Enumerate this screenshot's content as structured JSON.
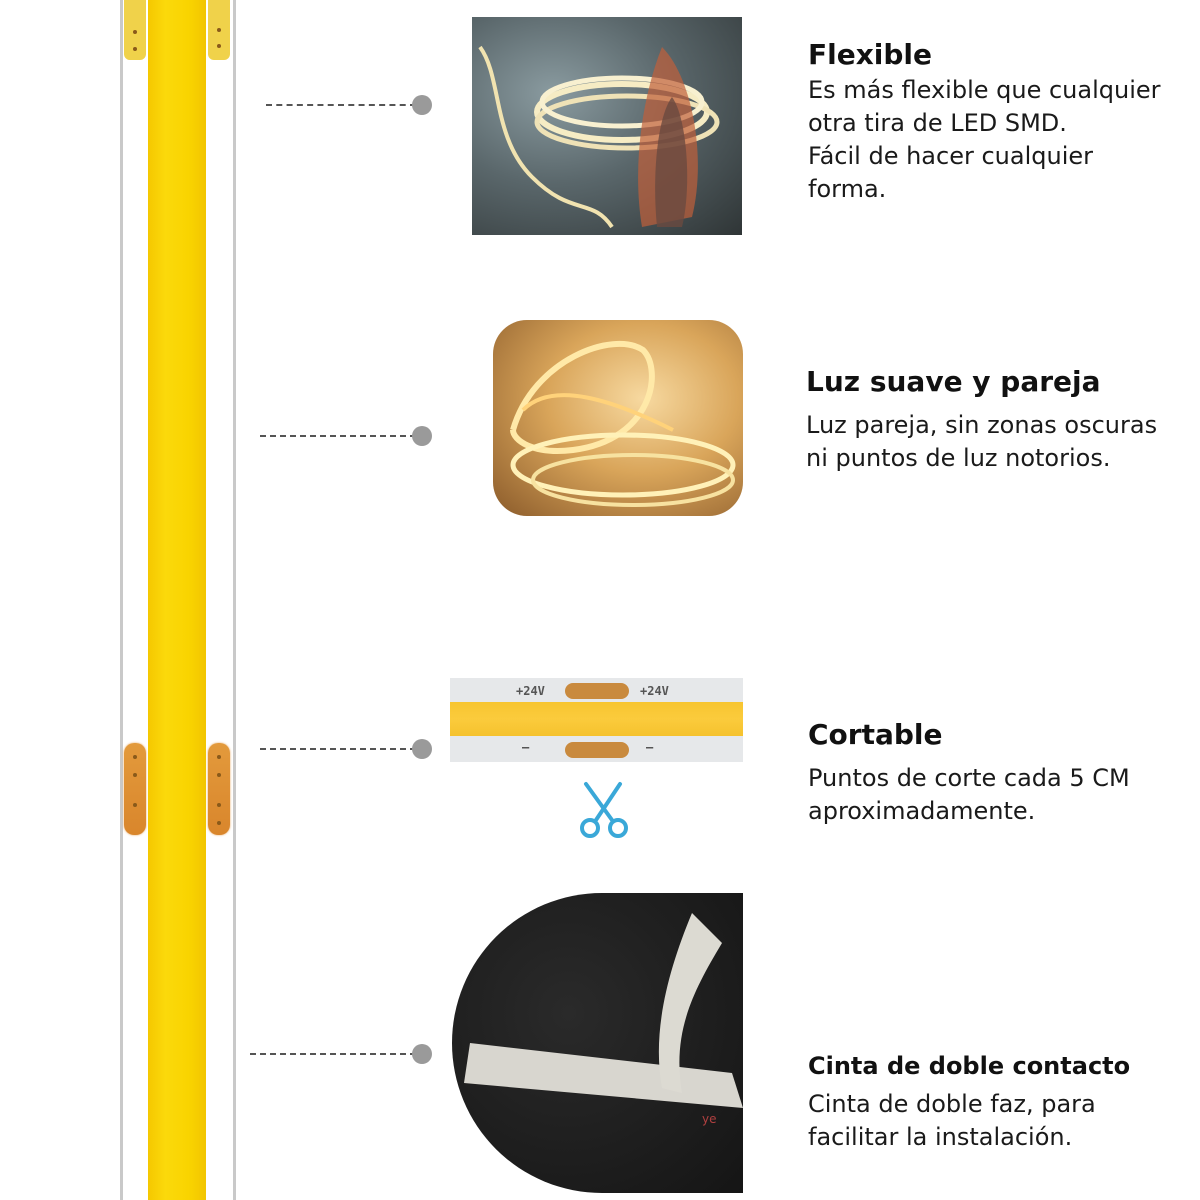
{
  "colors": {
    "strip_yellow": "#f9d400",
    "cut_pad_orange": "#d9862c",
    "connector_gray": "#9a9a9a",
    "scissors_blue": "#3aa8d8",
    "text": "#111111"
  },
  "strip": {
    "icon": "led-strip",
    "cut_pad_icon": "copper-pad"
  },
  "features": [
    {
      "title": "Flexible",
      "description": "Es más flexible que cualquier\notra tira de LED SMD.\nFácil de hacer cualquier\nforma.",
      "image": "coiled-led-strip-in-hand"
    },
    {
      "title": "Luz suave y pareja",
      "description": "Luz pareja, sin zonas oscuras\nni puntos de luz notorios.",
      "image": "glowing-warm-led-strip"
    },
    {
      "title": "Cortable",
      "description": "Puntos de corte cada 5 CM\naproximadamente.",
      "image": "strip-cut-point",
      "strip_labels": {
        "positive_left": "+24V",
        "positive_right": "+24V",
        "negative_left": "—",
        "negative_right": "—"
      },
      "icon": "scissors-icon"
    },
    {
      "title": "Cinta de doble contacto",
      "description": "Cinta de doble faz, para\nfacilitar la instalación.",
      "image": "double-sided-tape"
    }
  ]
}
